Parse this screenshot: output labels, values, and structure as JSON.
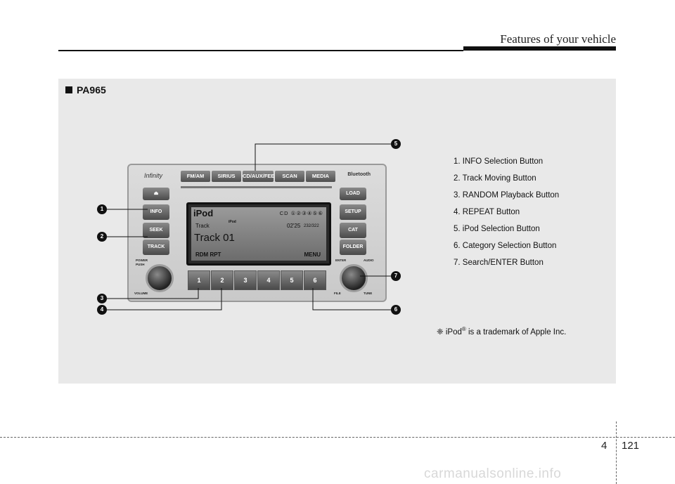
{
  "header": {
    "title": "Features of your vehicle"
  },
  "section": {
    "title": "PA965"
  },
  "legend": {
    "items": [
      "1. INFO Selection Button",
      "2. Track Moving Button",
      "3. RANDOM Playback Button",
      "4. REPEAT Button",
      "5. iPod Selection Button",
      "6. Category Selection Button",
      "7. Search/ENTER Button"
    ]
  },
  "trademark": {
    "symbol": "❈",
    "name": "iPod",
    "reg": "®",
    "text": "is a trademark of Apple Inc."
  },
  "radio": {
    "brand": "Infinity",
    "top_buttons": [
      "FM/AM",
      "SIRIUS",
      "CD/AUX/FEE",
      "SCAN",
      "MEDIA"
    ],
    "bluetooth": "Bluetooth",
    "eject": "⏏",
    "load": "LOAD",
    "info": "INFO",
    "seek": "SEEK",
    "track": "TRACK",
    "setup": "SETUP",
    "cat": "CAT",
    "folder": "FOLDER",
    "power_label": "POWER",
    "push_label": "PUSH",
    "volume_label": "VOLUME",
    "enter_label": "ENTER",
    "audio_label": "AUDIO",
    "file_label": "FILE",
    "tune_label": "TUNE",
    "presets": [
      "1",
      "2",
      "3",
      "4",
      "5",
      "6"
    ],
    "display": {
      "source": "iPod",
      "source_small": "iPod",
      "indicators": "CD ①②③④⑤⑥",
      "track_label": "Track",
      "time": "02'25",
      "count": "232/322",
      "track_name": "Track 01",
      "modes": "RDM RPT",
      "menu": "MENU"
    }
  },
  "callouts": [
    "1",
    "2",
    "3",
    "4",
    "5",
    "6",
    "7"
  ],
  "footer": {
    "chapter": "4",
    "page": "121",
    "watermark": "carmanualsonline.info"
  }
}
